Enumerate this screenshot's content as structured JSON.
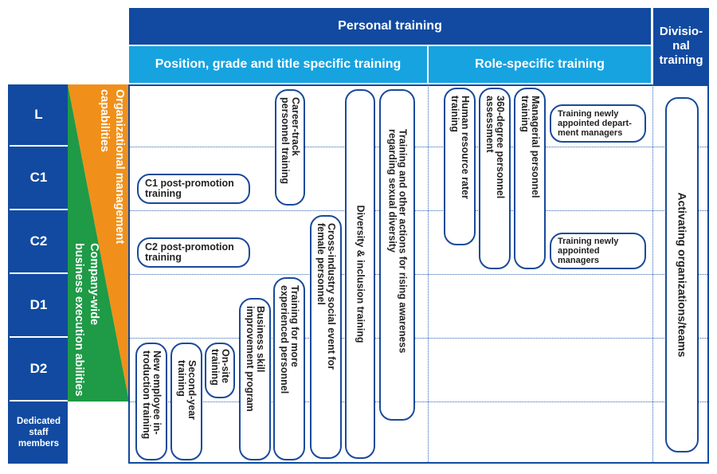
{
  "headers": {
    "personal": "Personal training",
    "divisional": "Divisio-\nnal\ntraining",
    "position_specific": "Position, grade and title specific training",
    "role_specific": "Role-specific training"
  },
  "levels": [
    "L",
    "C1",
    "C2",
    "D1",
    "D2",
    "Dedicated\nstaff\nmembers"
  ],
  "triangle": {
    "upper_label": "Organizational management\ncapabilities",
    "lower_label": "Company-wide\nbusiness execution abilities",
    "upper_color": "#f0901a",
    "lower_color": "#1f9a46"
  },
  "trainings": {
    "c1_post": "C1 post-promotion\ntraining",
    "c2_post": "C2 post-promotion\ntraining",
    "career_track": "Career-track\npersonnel training",
    "diversity": "Diversity & inclusion training",
    "sexual_diversity": "Training and other actions for rising awareness\nregarding sexual diversity",
    "cross_industry": "Cross-industry social event for\nfemale personnel",
    "experienced": "Training for more\nexperienced personnel",
    "business_skill": "Business skill\nimprovement program",
    "onsite": "On-site\ntraining",
    "second_year": "Second-year\ntraining",
    "new_employee": "New employee in-\ntroduction training",
    "hr_rater": "Human resource rater\ntraining",
    "degree360": "360-degree personnel\nassessment",
    "managerial": "Managerial personnel\ntraining",
    "dept_managers": "Training newly\nappointed depart-\nment managers",
    "new_managers": "Training newly\nappointed\nmanagers",
    "activating": "Activating organizations/teams"
  },
  "colors": {
    "dark_blue": "#114aa0",
    "light_blue": "#17a3e0"
  }
}
